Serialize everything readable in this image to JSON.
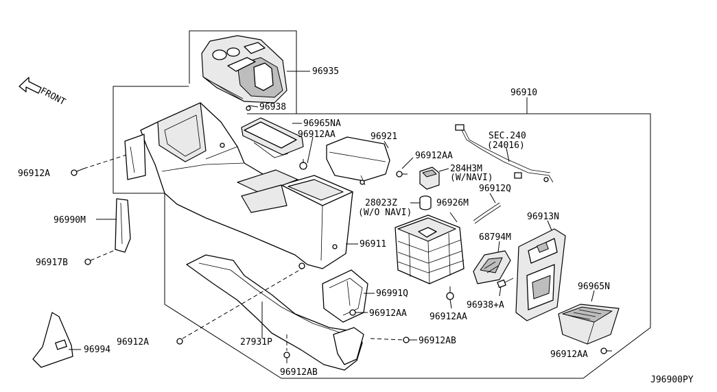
{
  "diagram": {
    "front_label": "FRONT",
    "drawing_code": "J96900PY",
    "parts": {
      "p96935": "96935",
      "p96938": "96938",
      "p96910": "96910",
      "p96965NA": "96965NA",
      "p96912AA_top": "96912AA",
      "p96921": "96921",
      "p96912AA_right": "96912AA",
      "sec240_line1": "SEC.240",
      "sec240_line2": "(24016)",
      "p284H3M": "284H3M",
      "p284H3M_note": "(W/NAVI)",
      "p96912Q": "96912Q",
      "p96912A_left": "96912A",
      "p96990M": "96990M",
      "p28023Z": "28023Z",
      "p28023Z_note": "(W/O NAVI)",
      "p96926M": "96926M",
      "p96913N": "96913N",
      "p68794M": "68794M",
      "p96917B": "96917B",
      "p96911": "96911",
      "p96991Q": "96991Q",
      "p96912AA_mid": "96912AA",
      "p96912AA_lower": "96912AA",
      "p96938A": "96938+A",
      "p96965N": "96965N",
      "p96912A_bottom": "96912A",
      "p27931P": "27931P",
      "p96912AB_right": "96912AB",
      "p96994": "96994",
      "p96912AB_bottom": "96912AB",
      "p96912AA_br": "96912AA"
    }
  }
}
